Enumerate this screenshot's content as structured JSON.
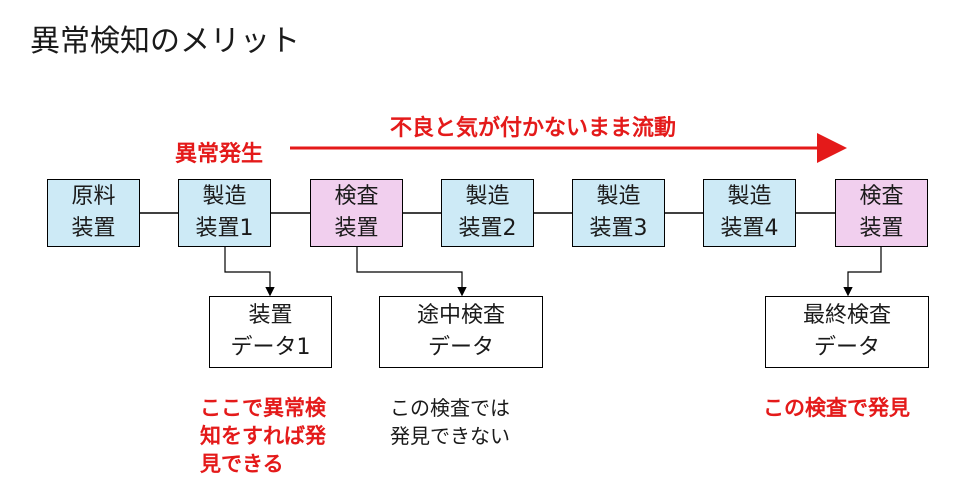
{
  "title": "異常検知のメリット",
  "flow_label": "不良と気が付かないまま流動",
  "anomaly_label": "異常発生",
  "process": [
    {
      "text": "原料\n装置",
      "kind": "material"
    },
    {
      "text": "製造\n装置1",
      "kind": "manufacturing"
    },
    {
      "text": "検査\n装置",
      "kind": "inspection"
    },
    {
      "text": "製造\n装置2",
      "kind": "manufacturing"
    },
    {
      "text": "製造\n装置3",
      "kind": "manufacturing"
    },
    {
      "text": "製造\n装置4",
      "kind": "manufacturing"
    },
    {
      "text": "検査\n装置",
      "kind": "inspection"
    }
  ],
  "data_boxes": [
    {
      "text": "装置\nデータ1"
    },
    {
      "text": "途中検査\nデータ"
    },
    {
      "text": "最終検査\nデータ"
    }
  ],
  "notes": {
    "device_data": "ここで異常検\n知をすれば発\n見できる",
    "midway": "この検査では\n発見できない",
    "final": "この検査で発見"
  },
  "colors": {
    "equipment_fill": "#cdeaf6",
    "inspection_fill": "#f1cfee",
    "accent_red": "#e41a1a",
    "line": "#000000"
  }
}
